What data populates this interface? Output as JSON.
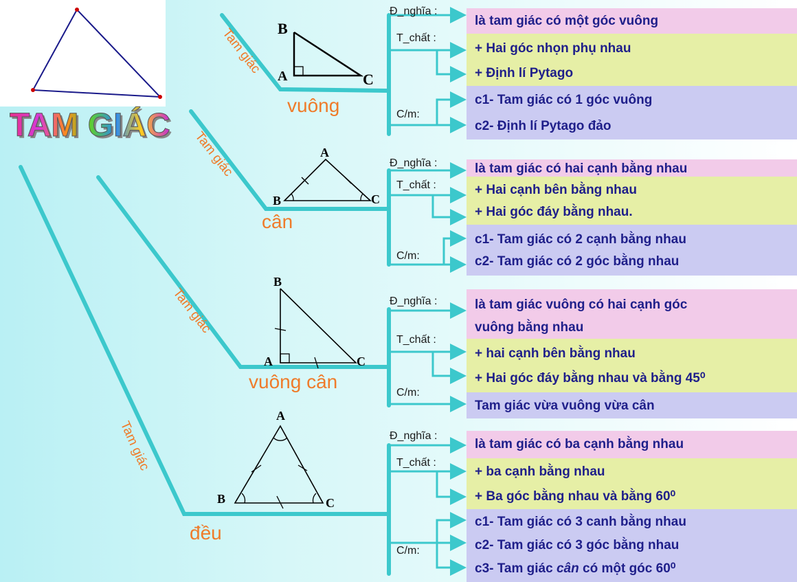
{
  "title": "TAM GIÁC",
  "groups": [
    {
      "name": "vuông",
      "prefix": "Tam giác",
      "vertices": [
        "A",
        "B",
        "C"
      ],
      "dn_label": "Đ_nghĩa :",
      "tc_label": "T_chất :",
      "cm_label": "C/m:",
      "definition": "là tam giác có một góc vuông",
      "properties": [
        "+ Hai góc nhọn phụ nhau",
        "+ Định lí Pytago"
      ],
      "proofs": [
        "c1- Tam giác có 1 góc vuông",
        "c2- Định lí Pytago đảo"
      ]
    },
    {
      "name": "cân",
      "prefix": "Tam giác",
      "vertices": [
        "A",
        "B",
        "C"
      ],
      "dn_label": "Đ_nghĩa :",
      "tc_label": "T_chất :",
      "cm_label": "C/m:",
      "definition": "là tam giác có hai cạnh bằng nhau",
      "properties": [
        "+ Hai cạnh bên bằng nhau",
        "+ Hai góc đáy bằng nhau."
      ],
      "proofs": [
        "c1- Tam giác có 2 cạnh bằng nhau",
        "c2- Tam giác có 2 góc bằng nhau"
      ]
    },
    {
      "name": "vuông cân",
      "prefix": "Tam giác",
      "vertices": [
        "A",
        "B",
        "C"
      ],
      "dn_label": "Đ_nghĩa :",
      "tc_label": "T_chất :",
      "cm_label": "C/m:",
      "definition_lines": [
        "là tam giác vuông có hai cạnh góc",
        "vuông bằng nhau"
      ],
      "properties": [
        "+ hai cạnh bên bằng nhau",
        "+ Hai góc đáy bằng nhau và bằng 45⁰"
      ],
      "proofs": [
        "Tam giác vừa vuông vừa cân"
      ]
    },
    {
      "name": "đều",
      "prefix": "Tam giác",
      "vertices": [
        "A",
        "B",
        "C"
      ],
      "dn_label": "Đ_nghĩa :",
      "tc_label": "T_chất :",
      "cm_label": "C/m:",
      "definition": "là tam giác có ba cạnh bằng nhau",
      "properties": [
        "+ ba cạnh bằng nhau",
        "+ Ba góc bằng nhau và bằng 60⁰"
      ],
      "proofs": [
        "c1- Tam giác có 3 canh bằng nhau",
        "c2- Tam giác có 3 góc bằng nhau"
      ],
      "proof3": {
        "prefix": "c3- Tam giác ",
        "italic": "cân",
        "suffix": " có một góc 60⁰"
      }
    }
  ],
  "colors": {
    "branch": "#3cc8cc",
    "orange": "#ef7b2a",
    "box_text": "#1f1f8a",
    "pink": "#f2cbe9",
    "yellow": "#e6efa6",
    "blue": "#cbcbf2"
  }
}
